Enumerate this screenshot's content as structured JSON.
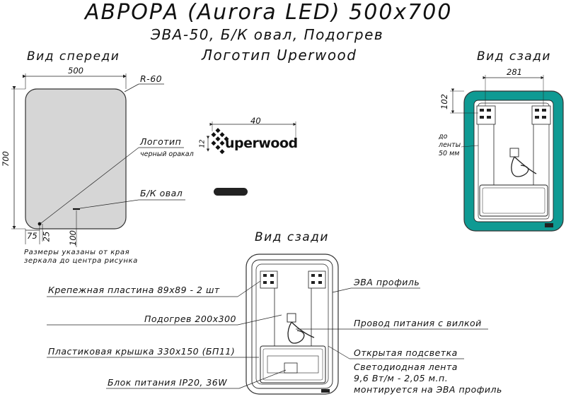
{
  "header": {
    "title": "АВРОРА (Aurora LED) 500x700",
    "subtitle": "ЭВА-50, Б/К овал, Подогрев",
    "logo_line": "Логотип Uperwood"
  },
  "front": {
    "heading": "Вид спереди",
    "width": "500",
    "height": "700",
    "radius": "R-60",
    "offset_75": "75",
    "offset_25": "25",
    "offset_100": "100",
    "note_line1": "Размеры указаны от края",
    "note_line2": "зеркала до центра рисунка",
    "logo_label": "Логотип",
    "logo_sub": "черный оракал",
    "switch_label": "Б/К овал"
  },
  "logo_detail": {
    "width": "40",
    "height": "12",
    "brand": "uperwood"
  },
  "back_small": {
    "heading": "Вид сзади",
    "width": "281",
    "height": "102",
    "note_line1": "до",
    "note_line2": "ленты",
    "note_line3": "50 мм"
  },
  "back_large": {
    "heading": "Вид сзади",
    "mounting_plate": "Крепежная пластина 89x89 - 2 шт",
    "heating": "Подогрев 200x300",
    "plastic_cover": "Пластиковая крышка 330x150 (БП11)",
    "power_block": "Блок питания IP20, 36W",
    "eva_profile": "ЭВА профиль",
    "power_cable": "Провод питания с вилкой",
    "open_light": "Открытая подсветка",
    "led_line1": "Светодиодная лента",
    "led_line2": "9,6 Вт/м - 2,05 м.п.",
    "led_line3": "монтируется на ЭВА профиль"
  },
  "colors": {
    "teal": "#0f9a93",
    "mirror_fill": "#d6d6d6",
    "line": "#222222"
  }
}
